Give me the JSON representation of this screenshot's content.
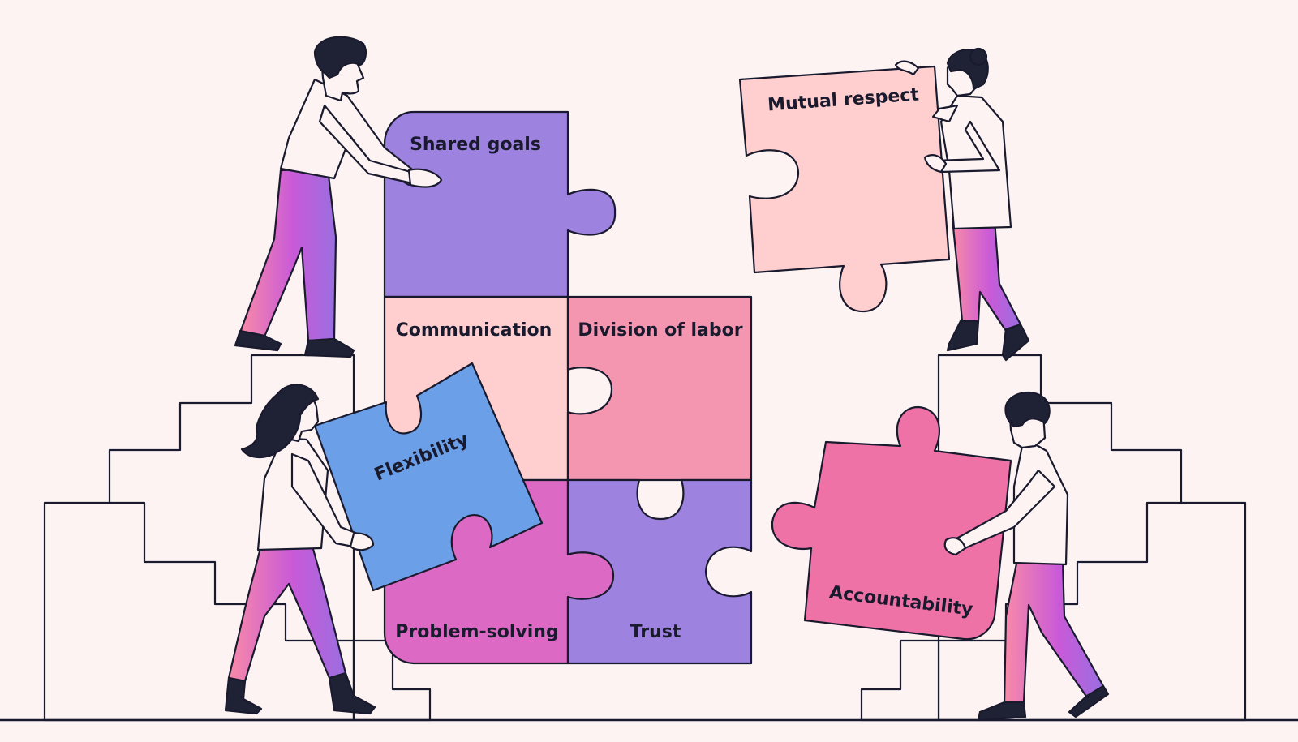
{
  "colors": {
    "background": "#fdf3f3",
    "outline": "#1a1a2e",
    "purple": "#9d82e0",
    "peach": "#ffcfcf",
    "pink": "#f596b0",
    "magenta": "#dc69c4",
    "blue": "#6ba0e8",
    "hot_pink": "#ef72a6",
    "pants_gradient": [
      "#f88aa8",
      "#c95ad8",
      "#9a6ee0"
    ]
  },
  "pieces": {
    "shared_goals": "Shared goals",
    "communication": "Communication",
    "division_of_labor": "Division of labor",
    "problem_solving": "Problem-solving",
    "trust": "Trust",
    "flexibility": "Flexibility",
    "mutual_respect": "Mutual respect",
    "accountability": "Accountability"
  }
}
